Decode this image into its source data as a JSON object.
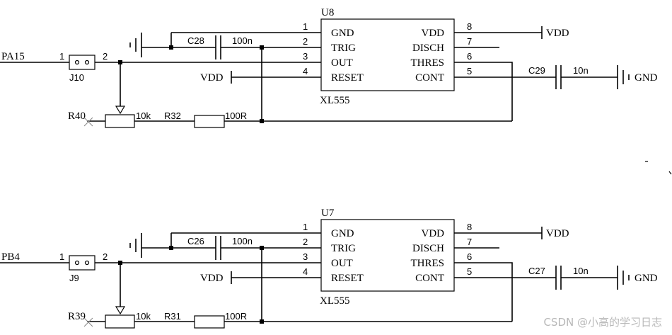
{
  "watermark": "CSDN @小高的学习日志",
  "chip_pins_left": [
    {
      "num": "1",
      "name": "GND"
    },
    {
      "num": "2",
      "name": "TRIG"
    },
    {
      "num": "3",
      "name": "OUT"
    },
    {
      "num": "4",
      "name": "RESET"
    }
  ],
  "chip_pins_right": [
    {
      "num": "8",
      "name": "VDD"
    },
    {
      "num": "7",
      "name": "DISCH"
    },
    {
      "num": "6",
      "name": "THRES"
    },
    {
      "num": "5",
      "name": "CONT"
    }
  ],
  "circuits": [
    {
      "id": "top",
      "signal": "PA15",
      "jumper": "J10",
      "jumper_pin1": "1",
      "jumper_pin2": "2",
      "chip_ref": "U8",
      "chip_part": "XL555",
      "cap_timing": "C28",
      "cap_timing_value": "100n",
      "cap_cont": "C29",
      "cap_cont_value": "10n",
      "pot": "R40",
      "pot_value": "10k",
      "resistor": "R32",
      "resistor_value": "100R",
      "vdd_label_pin8": "VDD",
      "vdd_label_reset": "VDD",
      "gnd_label": "GND"
    },
    {
      "id": "bottom",
      "signal": "PB4",
      "jumper": "J9",
      "jumper_pin1": "1",
      "jumper_pin2": "2",
      "chip_ref": "U7",
      "chip_part": "XL555",
      "cap_timing": "C26",
      "cap_timing_value": "100n",
      "cap_cont": "C27",
      "cap_cont_value": "10n",
      "pot": "R39",
      "pot_value": "10k",
      "resistor": "R31",
      "resistor_value": "100R",
      "vdd_label_pin8": "VDD",
      "vdd_label_reset": "VDD",
      "gnd_label": "GND"
    }
  ]
}
